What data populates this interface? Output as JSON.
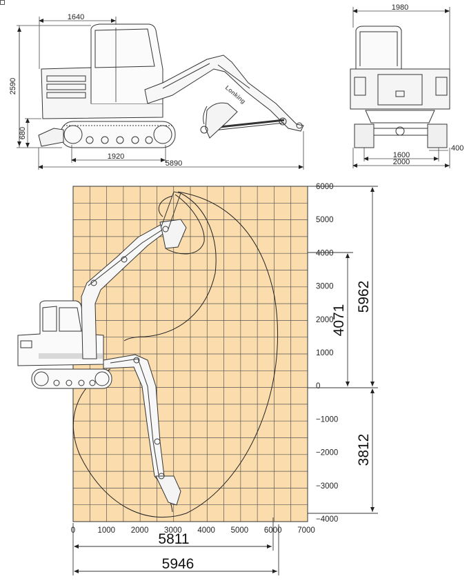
{
  "top_dimensions": {
    "side_view": {
      "cab_to_rear": "1640",
      "overall_height": "2590",
      "blade_height": "680",
      "track_length": "1920",
      "overall_length": "5890"
    },
    "front_view": {
      "overall_width_top": "1980",
      "track_gauge": "1600",
      "overall_width_bottom": "2000",
      "shoe_width": "400"
    }
  },
  "range_chart": {
    "y_ticks": [
      "6000",
      "5000",
      "4000",
      "3000",
      "2000",
      "1000",
      "0",
      "−1000",
      "−2000",
      "−3000",
      "−4000"
    ],
    "x_ticks": [
      "0",
      "1000",
      "2000",
      "3000",
      "4000",
      "5000",
      "6000",
      "7000"
    ],
    "max_dump_height": "4071",
    "max_digging_height": "5962",
    "max_digging_depth": "3812",
    "max_reach_ground": "5811",
    "max_reach": "5946",
    "grid_fill": "#fbdcac",
    "grid_line": "#555555"
  }
}
